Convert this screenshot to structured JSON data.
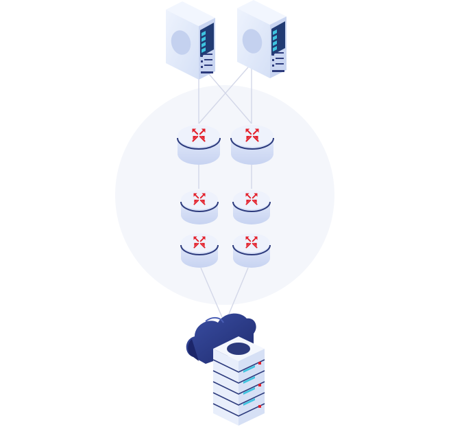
{
  "diagram": {
    "nodes": [
      {
        "id": "server-left",
        "kind": "rack-server"
      },
      {
        "id": "server-right",
        "kind": "rack-server"
      },
      {
        "id": "router-top-left",
        "kind": "router"
      },
      {
        "id": "router-top-right",
        "kind": "router"
      },
      {
        "id": "router-mid-left",
        "kind": "router"
      },
      {
        "id": "router-mid-right",
        "kind": "router"
      },
      {
        "id": "router-bottom-left",
        "kind": "router"
      },
      {
        "id": "router-bottom-right",
        "kind": "router"
      },
      {
        "id": "cloud",
        "kind": "cloud"
      },
      {
        "id": "datacenter-server",
        "kind": "server-stack"
      }
    ],
    "connections": [
      [
        "server-left",
        "router-top-left"
      ],
      [
        "server-left",
        "router-top-right"
      ],
      [
        "server-right",
        "router-top-left"
      ],
      [
        "server-right",
        "router-top-right"
      ],
      [
        "router-top-left",
        "router-mid-left"
      ],
      [
        "router-top-right",
        "router-mid-right"
      ],
      [
        "router-bottom-left",
        "cloud"
      ],
      [
        "router-bottom-right",
        "cloud"
      ]
    ],
    "icons": [
      "rack-server-icon",
      "router-icon",
      "arrows-expand-icon",
      "cloud-icon",
      "server-stack-icon"
    ]
  },
  "colors": {
    "background": "#ffffff",
    "circle": "#f4f6fb",
    "line": "#d3d7e8",
    "device_light": "#e6edfb",
    "device_mid": "#cbd7f2",
    "device_dark": "#2c3a7c",
    "router_arrow": "#e3202b",
    "cloud": "#2e3f8f",
    "cloud_dark": "#23307a",
    "accent_cyan": "#3ec4e0",
    "accent_red": "#e3202b"
  }
}
